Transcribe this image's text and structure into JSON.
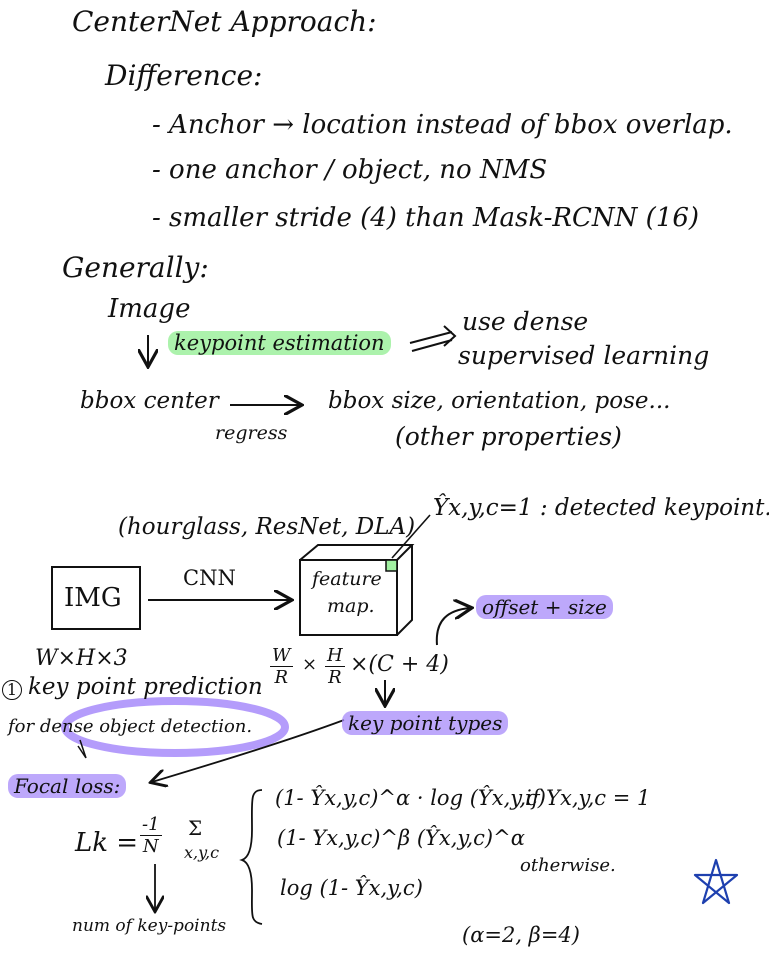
{
  "title": "CenterNet Approach:",
  "difference": {
    "heading": "Difference:",
    "items": [
      "- Anchor → location instead of bbox overlap.",
      "- one anchor / object, no NMS",
      "- smaller stride (4) than Mask-RCNN (16)"
    ]
  },
  "generally": {
    "heading": "Generally:",
    "image_label": "Image",
    "keypoint_estimation": "keypoint estimation",
    "use_dense": "use dense",
    "supervised": "supervised learning",
    "bbox_center": "bbox center",
    "regress": "regress",
    "bbox_props": "bbox size, orientation, pose...",
    "other_props": "(other properties)"
  },
  "diagram": {
    "backbones": "(hourglass, ResNet, DLA)",
    "img_label": "IMG",
    "cnn_label": "CNN",
    "feature_map_line1": "feature",
    "feature_map_line2": "map.",
    "input_dims": "W×H×3",
    "detected_keypoint": "Ŷx,y,c=1 : detected keypoint.",
    "offset_size": "offset + size",
    "frac1_num": "W",
    "frac1_den": "R",
    "times1": "×",
    "frac2_num": "H",
    "frac2_den": "R",
    "channels": "×(C + 4)",
    "keypoint_types": "key point types",
    "step_number": "1",
    "kp_prediction": "key point prediction",
    "dense_detection": "for dense object detection."
  },
  "focal_loss": {
    "label": "Focal loss:",
    "lhs": "Lk =",
    "minus_one": "-1",
    "n": "N",
    "sigma": "Σ",
    "subscript": "x,y,c",
    "case1": "(1- Ŷx,y,c)^α · log (Ŷx,y,c)",
    "case1_cond": "if Yx,y,c = 1",
    "case2": "(1- Yx,y,c)^β (Ŷx,y,c)^α",
    "case2_cond": "otherwise.",
    "case3": "log (1- Ŷx,y,c)",
    "num_keypoints": "num of key-points",
    "params": "(α=2, β=4)"
  },
  "colors": {
    "green_highlight": "#90EE90",
    "purple_highlight": "#A78BFA",
    "ink": "#111111",
    "star": "#1E40AF"
  },
  "icons": [
    "star-icon"
  ]
}
